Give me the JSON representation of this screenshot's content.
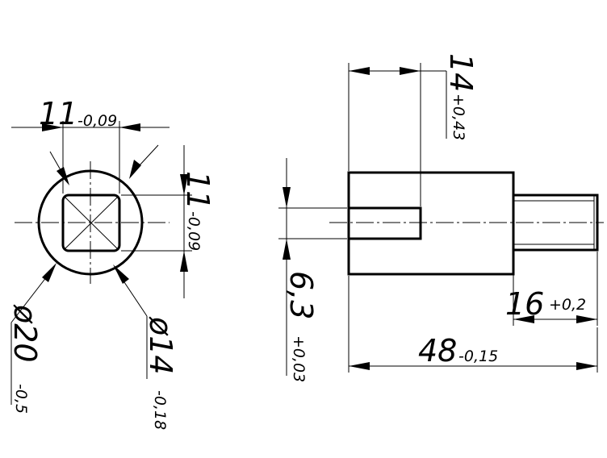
{
  "front_view": {
    "square_width": {
      "nominal": "11",
      "tolerance": "-0,09"
    },
    "square_height": {
      "nominal": "11",
      "tolerance": "-0,09"
    },
    "outer_diameter": {
      "nominal": "ø20",
      "tolerance": "-0,5"
    },
    "inner_diameter": {
      "nominal": "ø14",
      "tolerance": "-0,18"
    }
  },
  "side_view": {
    "slot_depth": {
      "nominal": "14",
      "tolerance": "+0,43"
    },
    "slot_width": {
      "nominal": "6,3",
      "tolerance": "+0,03"
    },
    "pin_length": {
      "nominal": "16",
      "tolerance": "+0,2"
    },
    "total_length": {
      "nominal": "48",
      "tolerance": "-0,15"
    }
  }
}
